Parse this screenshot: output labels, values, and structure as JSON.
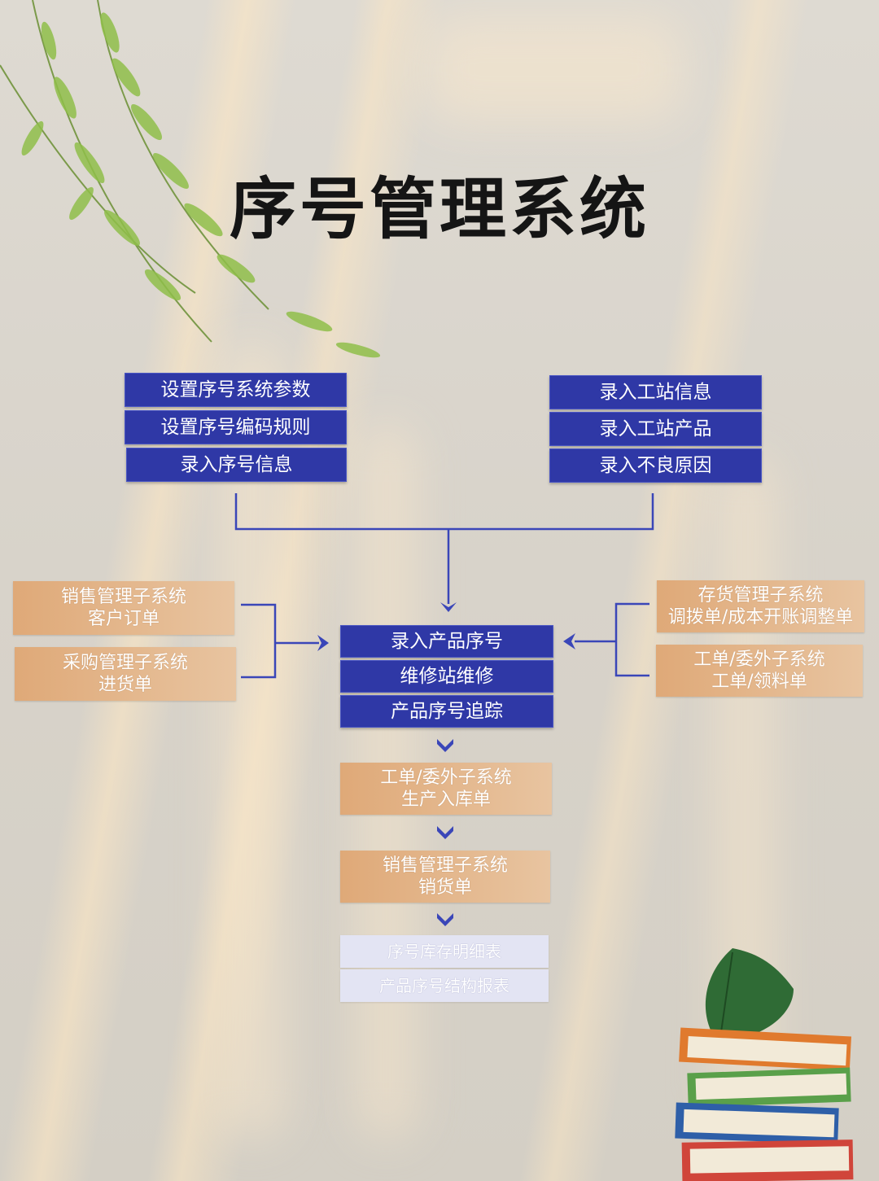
{
  "title": "序号管理系统",
  "top_left": [
    "设置序号系统参数",
    "设置序号编码规则",
    "录入序号信息"
  ],
  "top_right": [
    "录入工站信息",
    "录入工站产品",
    "录入不良原因"
  ],
  "left_boxes": [
    {
      "line1": "销售管理子系统",
      "line2": "客户订单"
    },
    {
      "line1": "采购管理子系统",
      "line2": "进货单"
    }
  ],
  "right_boxes": [
    {
      "line1": "存货管理子系统",
      "line2": "调拨单/成本开账调整单"
    },
    {
      "line1": "工单/委外子系统",
      "line2": "工单/领料单"
    }
  ],
  "center": [
    "录入产品序号",
    "维修站维修",
    "产品序号追踪"
  ],
  "flow": [
    {
      "line1": "工单/委外子系统",
      "line2": "生产入库单"
    },
    {
      "line1": "销售管理子系统",
      "line2": "销货单"
    }
  ],
  "reports": [
    "序号库存明细表",
    "产品序号结构报表"
  ],
  "colors": {
    "blue": "#2f38a6",
    "tan": "#dfa978",
    "lilac": "#e3e4f3",
    "line": "#3a46b8"
  },
  "icons": [
    "willow-leaves-icon",
    "books-stack-icon",
    "green-leaf-icon"
  ]
}
